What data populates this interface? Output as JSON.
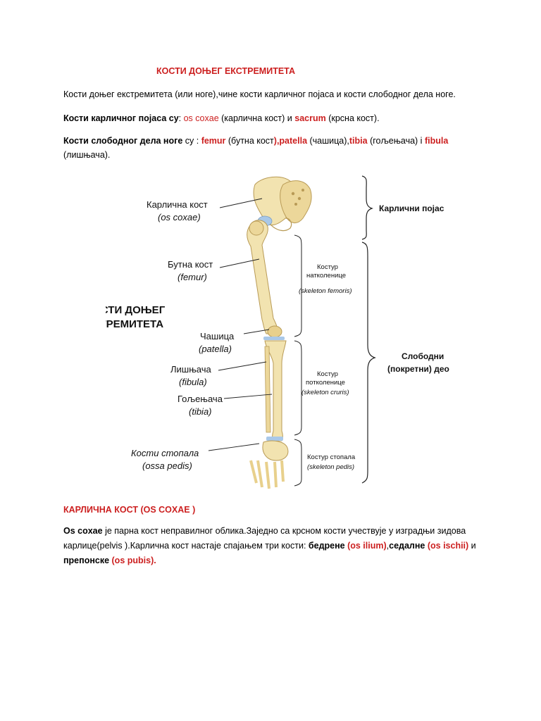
{
  "doc": {
    "heading": "КОСТИ ДОЊЕГ ЕКСТРЕМИТЕТА",
    "intro": "Кости доњег екстремитета (или ноге),чине кости карличног појаса и кости слободног дела ноге.",
    "pelvic_line": {
      "lead": "Кости карличног појаса су",
      "colon": ": ",
      "os_coxae": "os coxae",
      "os_coxae_desc": " (карлична кост) и ",
      "sacrum": "sacrum",
      "sacrum_desc": " (крсна кост)."
    },
    "free_line": {
      "lead": "Кости слободног дела ноге",
      "sep": " су : ",
      "femur": "femur",
      "femur_desc": " (бутна кост",
      "patella": "),patella",
      "patella_desc": " (чашица),",
      "tibia": "tibia",
      "tibia_desc": " (гољењача) і  ",
      "fibula": "fibula",
      "fibula_desc": " (лишњача)."
    }
  },
  "figure": {
    "title_line1": "КОСТИ ДОЊЕГ",
    "title_line2": "ЕКСТРЕМИТЕТА",
    "labels": {
      "hip": "Карлична кост",
      "hip_lat": "(os coxae)",
      "femur": "Бутна кост",
      "femur_lat": "(femur)",
      "patella": "Чашица",
      "patella_lat": "(patella)",
      "fibula": "Лишњача",
      "fibula_lat": "(fibula)",
      "tibia": "Гољењача",
      "tibia_lat": "(tibia)",
      "foot": "Кости стопала",
      "foot_lat": "(ossa pedis)"
    },
    "regions": {
      "thigh_1": "Костур",
      "thigh_2": "натколенице",
      "thigh_lat": "(skeleton femoris)",
      "leg_1": "Костур",
      "leg_2": "потколенице",
      "leg_lat": "(skeleton cruris)",
      "foot_1": "Костур стопала",
      "foot_lat": "(skeleton pedis)"
    },
    "groups": {
      "pelvic": "Карлични појас",
      "free_1": "Слободни",
      "free_2": "(покретни) део"
    }
  },
  "section2": {
    "heading": "КАРЛИЧНА КОСТ (OS COXAE )",
    "p_lead": "Os coxae",
    "p_text1": " је парна кост неправилног облика.Заједно са крсном кости учествује у  изградњи зидова карлице(pelvis ).Карлична кост настаје спајањем три кости: ",
    "ilium_b": "бедрене ",
    "ilium": "(os ilium)",
    "comma1": ",",
    "ischii_b": "седалне ",
    "ischii": "(os ischii)",
    "and": " и ",
    "pubis_b": "препонске ",
    "pubis": "(os pubis)."
  },
  "colors": {
    "accent_red": "#cc1f1f",
    "bone": "#f2e3b0",
    "cartilage": "#a9c8e8"
  }
}
